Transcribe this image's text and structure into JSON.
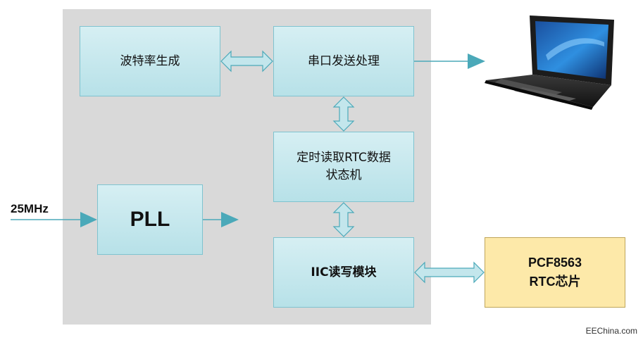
{
  "blocks": {
    "baud": "波特率生成",
    "uart": "串口发送处理",
    "fsm_line1": "定时读取RTC数据",
    "fsm_line2": "状态机",
    "pll": "PLL",
    "iic": "IIC读写模块",
    "rtc_line1": "PCF8563",
    "rtc_line2": "RTC芯片"
  },
  "clock_input": "25MHz",
  "watermark": "EEChina.com",
  "colors": {
    "panel": "#d9d9d9",
    "block_fill": "#b7e1e8",
    "block_border": "#7fc3cf",
    "arrow": "#4ba9b9",
    "rtc_fill": "#fde9a9"
  },
  "icons": {
    "laptop": "laptop-icon"
  }
}
